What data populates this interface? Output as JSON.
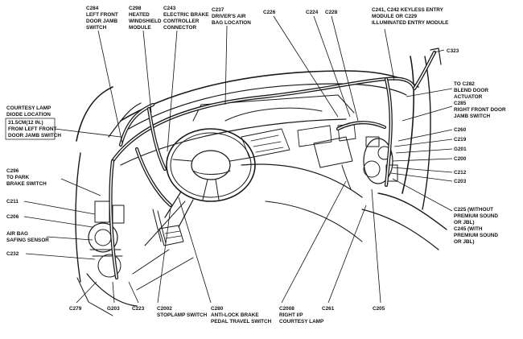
{
  "labels": {
    "c284": [
      "C284",
      "LEFT FRONT",
      "DOOR JAMB",
      "SWITCH"
    ],
    "c298": [
      "C298",
      "HEATED",
      "WINDSHIELD",
      "MODULE"
    ],
    "c243": [
      "C243",
      "ELECTRIC BRAKE",
      "CONTROLLER",
      "CONNECTOR"
    ],
    "c237": [
      "C237",
      "DRIVER'S AIR",
      "BAG LOCATION"
    ],
    "c226": [
      "C226"
    ],
    "c224": [
      "C224"
    ],
    "c228": [
      "C228"
    ],
    "c241": [
      "C241, C242 KEYLESS ENTRY",
      "MODULE OR C229",
      "ILLUMINATED ENTRY MODULE"
    ],
    "c323": [
      "C323"
    ],
    "to_c282": [
      "TO C282",
      "BLEND DOOR",
      "ACTUATOR"
    ],
    "c285": [
      "C285",
      "RIGHT FRONT DOOR",
      "JAMB SWITCH"
    ],
    "c260": [
      "C260"
    ],
    "c219": [
      "C219"
    ],
    "g201": [
      "G201"
    ],
    "c200": [
      "C200"
    ],
    "c212": [
      "C212"
    ],
    "c203": [
      "C203"
    ],
    "c225": [
      "C225 (WITHOUT",
      "PREMIUM SOUND",
      "OR JBL)",
      "C245 (WITH",
      "PREMIUM SOUND",
      "OR JBL)"
    ],
    "courtesy": [
      "COURTESY LAMP",
      "DIODE LOCATION"
    ],
    "courtesy_box": [
      "31.5CM(12 IN.)",
      "FROM LEFT FRONT",
      "DOOR JAMB SWITCH"
    ],
    "c296": [
      "C296",
      "TO PARK",
      "BRAKE SWITCH"
    ],
    "c211": [
      "C211"
    ],
    "c206": [
      "C206"
    ],
    "airbag": [
      "AIR BAG",
      "SAFING SENSOR"
    ],
    "c232": [
      "C232"
    ],
    "c279": [
      "C279"
    ],
    "g203": [
      "G203"
    ],
    "c223": [
      "C223"
    ],
    "c2002": [
      "C2002",
      "STOPLAMP SWITCH"
    ],
    "c280": [
      "C280",
      "ANTI-LOCK BRAKE",
      "PEDAL TRAVEL SWITCH"
    ],
    "c2008": [
      "C2008",
      "RIGHT I/P",
      "COURTESY LAMP"
    ],
    "c261": [
      "C261"
    ],
    "c205": [
      "C205"
    ]
  }
}
